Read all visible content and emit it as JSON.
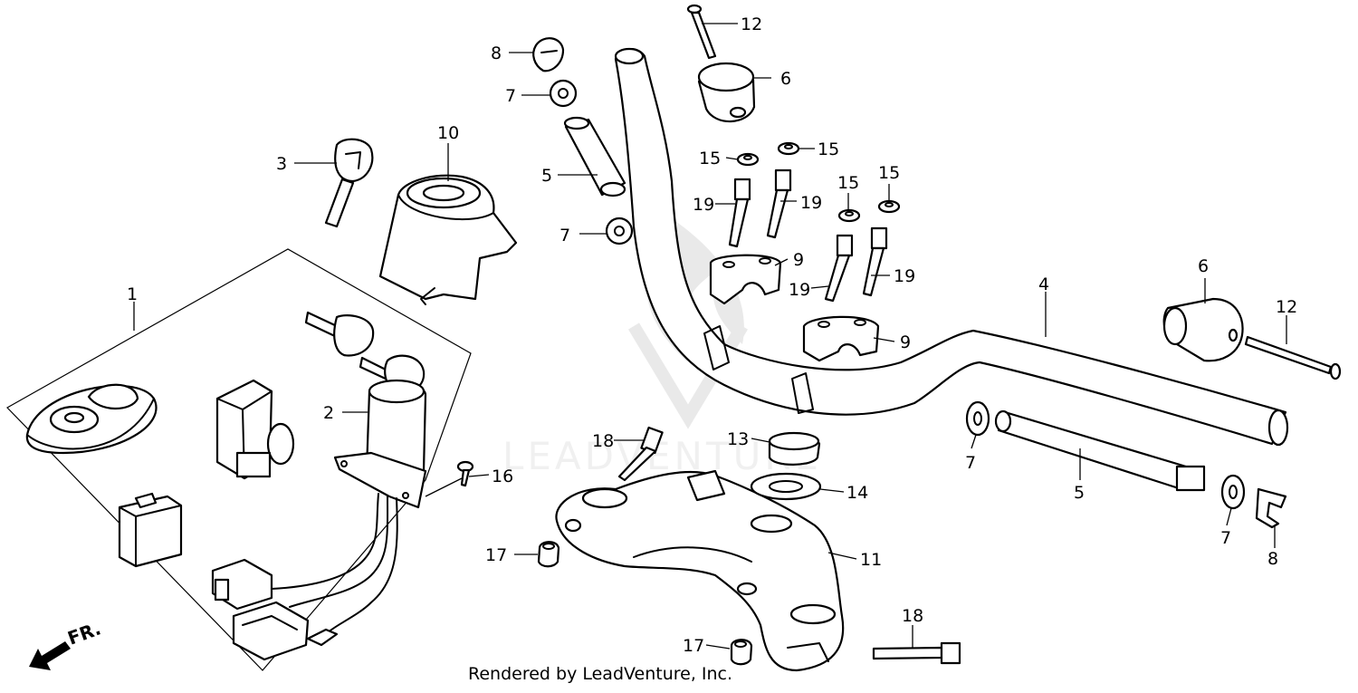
{
  "diagram": {
    "callouts": {
      "c1": "1",
      "c2": "2",
      "c3": "3",
      "c4": "4",
      "c5a": "5",
      "c5b": "5",
      "c6a": "6",
      "c6b": "6",
      "c7a": "7",
      "c7b": "7",
      "c7c": "7",
      "c7d": "7",
      "c8a": "8",
      "c8b": "8",
      "c9a": "9",
      "c9b": "9",
      "c10": "10",
      "c11": "11",
      "c12a": "12",
      "c12b": "12",
      "c13": "13",
      "c14": "14",
      "c15a": "15",
      "c15b": "15",
      "c15c": "15",
      "c15d": "15",
      "c16": "16",
      "c17a": "17",
      "c17b": "17",
      "c18a": "18",
      "c18b": "18",
      "c19a": "19",
      "c19b": "19",
      "c19c": "19",
      "c19d": "19"
    },
    "direction_label": "FR.",
    "watermark": "LEADVENTURE",
    "footer": "Rendered by LeadVenture, Inc."
  }
}
